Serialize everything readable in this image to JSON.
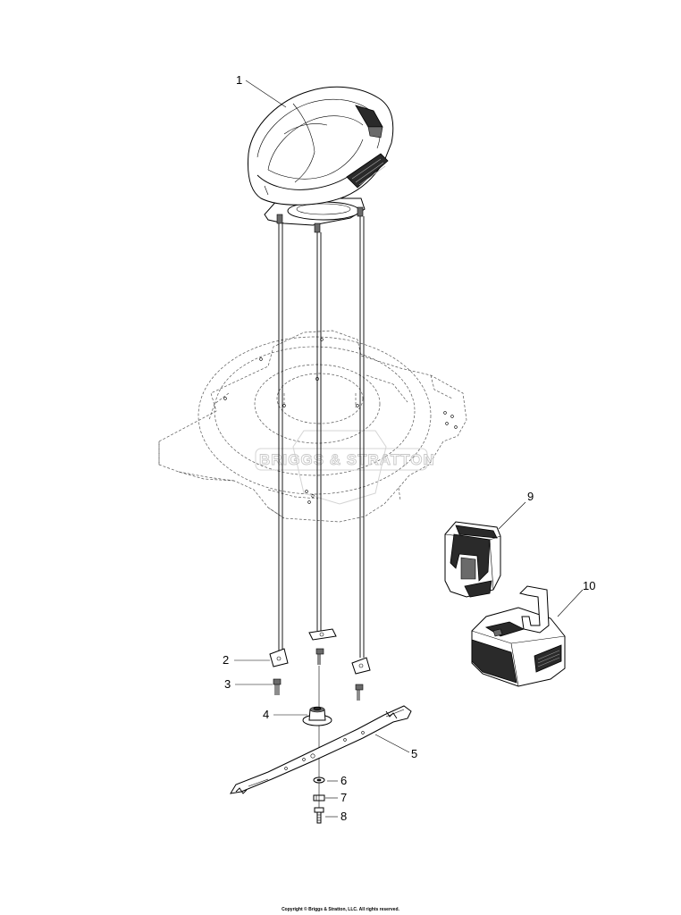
{
  "diagram": {
    "callouts": [
      {
        "id": "1",
        "label": "1"
      },
      {
        "id": "2",
        "label": "2"
      },
      {
        "id": "3",
        "label": "3"
      },
      {
        "id": "4",
        "label": "4"
      },
      {
        "id": "5",
        "label": "5"
      },
      {
        "id": "6",
        "label": "6"
      },
      {
        "id": "7",
        "label": "7"
      },
      {
        "id": "8",
        "label": "8"
      },
      {
        "id": "9",
        "label": "9"
      },
      {
        "id": "10",
        "label": "10"
      }
    ],
    "watermark": "BRIGGS & STRATTON",
    "copyright": "Copyright © Briggs & Stratton, LLC. All rights reserved.",
    "colors": {
      "line": "#000000",
      "hidden_line": "#555555",
      "watermark": "#c8c8c8",
      "background": "#ffffff"
    }
  }
}
